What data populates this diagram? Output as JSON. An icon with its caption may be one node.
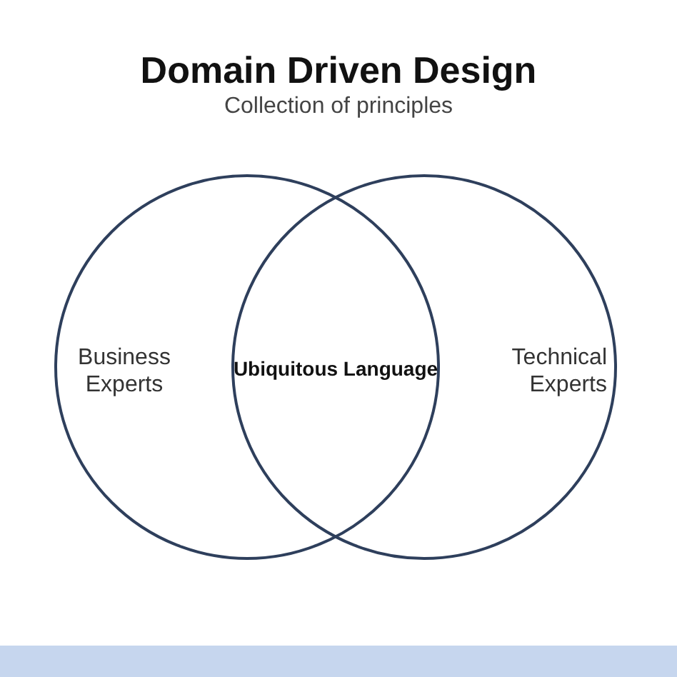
{
  "diagram": {
    "title": "Domain Driven Design",
    "caption": "Collection of principles",
    "nodes": [
      {
        "text": [
          "Business Experts"
        ]
      },
      {
        "text": [
          "Technical Experts"
        ]
      }
    ],
    "edges": [],
    "labels": [
      "Ubiquitous Language"
    ]
  }
}
